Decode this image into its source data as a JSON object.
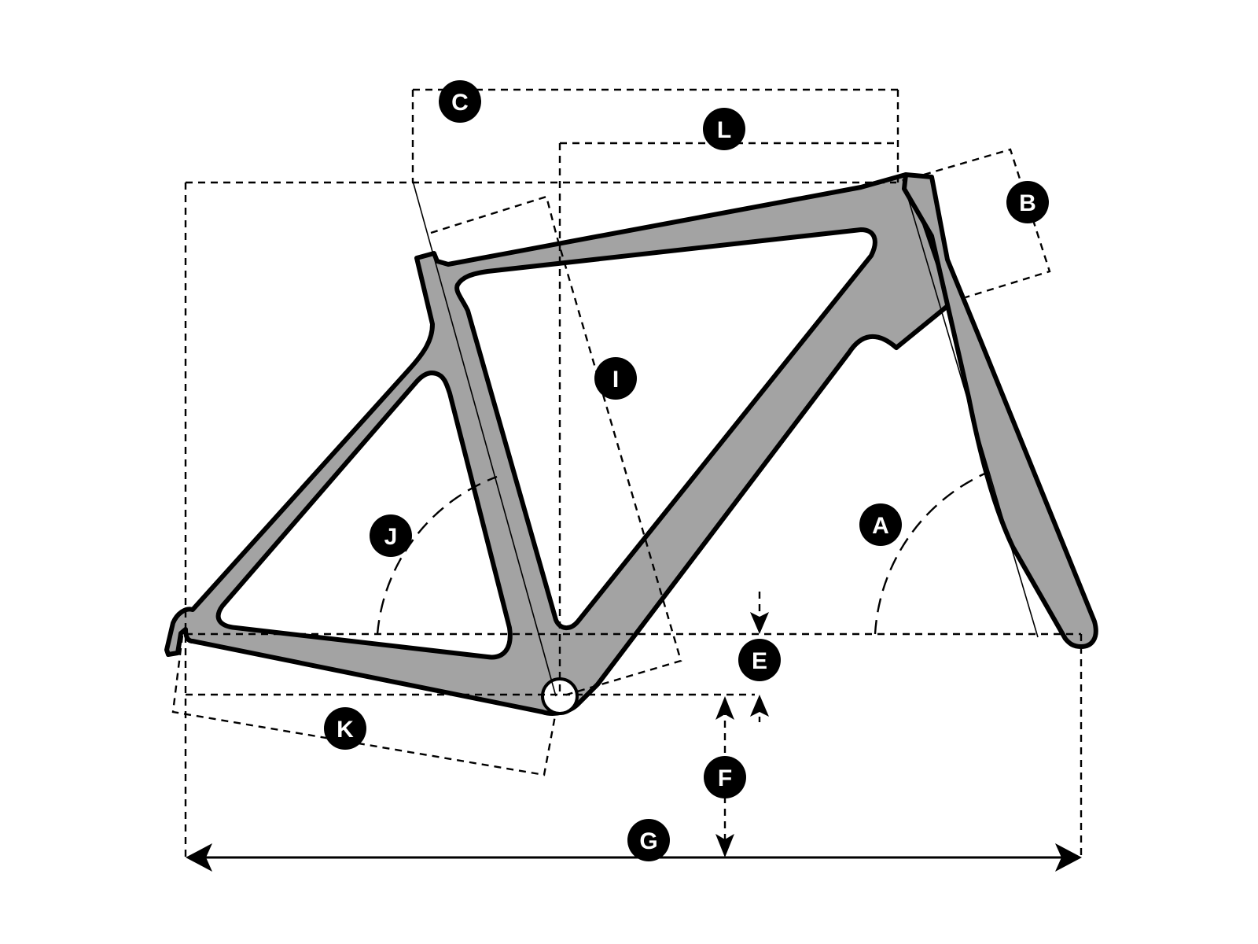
{
  "colors": {
    "frame_fill": "#a3a3a3",
    "outline": "#000000",
    "label_badge": "#000000",
    "label_text": "#ffffff",
    "background": "#ffffff"
  },
  "labels": {
    "a": "A",
    "b": "B",
    "c": "C",
    "e": "E",
    "f": "F",
    "g": "G",
    "i": "I",
    "j": "J",
    "k": "K",
    "l": "L"
  }
}
